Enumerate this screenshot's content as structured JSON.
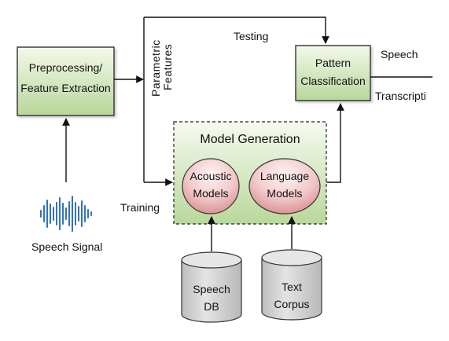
{
  "labels": {
    "preprocessing_line1": "Preprocessing/",
    "preprocessing_line2": "Feature Extraction",
    "parametric_line1": "Parametric",
    "parametric_line2": "Features",
    "testing": "Testing",
    "pattern_line1": "Pattern",
    "pattern_line2": "Classification",
    "speech_out": "Speech",
    "transcription": "Transcripti",
    "model_generation": "Model Generation",
    "acoustic_line1": "Acoustic",
    "acoustic_line2": "Models",
    "language_line1": "Language",
    "language_line2": "Models",
    "training": "Training",
    "speech_signal": "Speech Signal",
    "speech_db_line1": "Speech",
    "speech_db_line2": "DB",
    "text_corpus_line1": "Text",
    "text_corpus_line2": "Corpus"
  },
  "colors": {
    "box_green_top": "#f3f8ea",
    "box_green_bottom": "#b7d79a",
    "ellipse_pink_top": "#fff4f4",
    "ellipse_pink_mid": "#f3c9cb",
    "ellipse_pink_bottom": "#d68b8d",
    "cylinder_gray": "#d3d3d3",
    "waveform_blue": "#3273b8"
  },
  "icons": {
    "speech_signal": "waveform-icon",
    "speech_db": "database-cylinder-icon",
    "text_corpus": "database-cylinder-icon"
  }
}
